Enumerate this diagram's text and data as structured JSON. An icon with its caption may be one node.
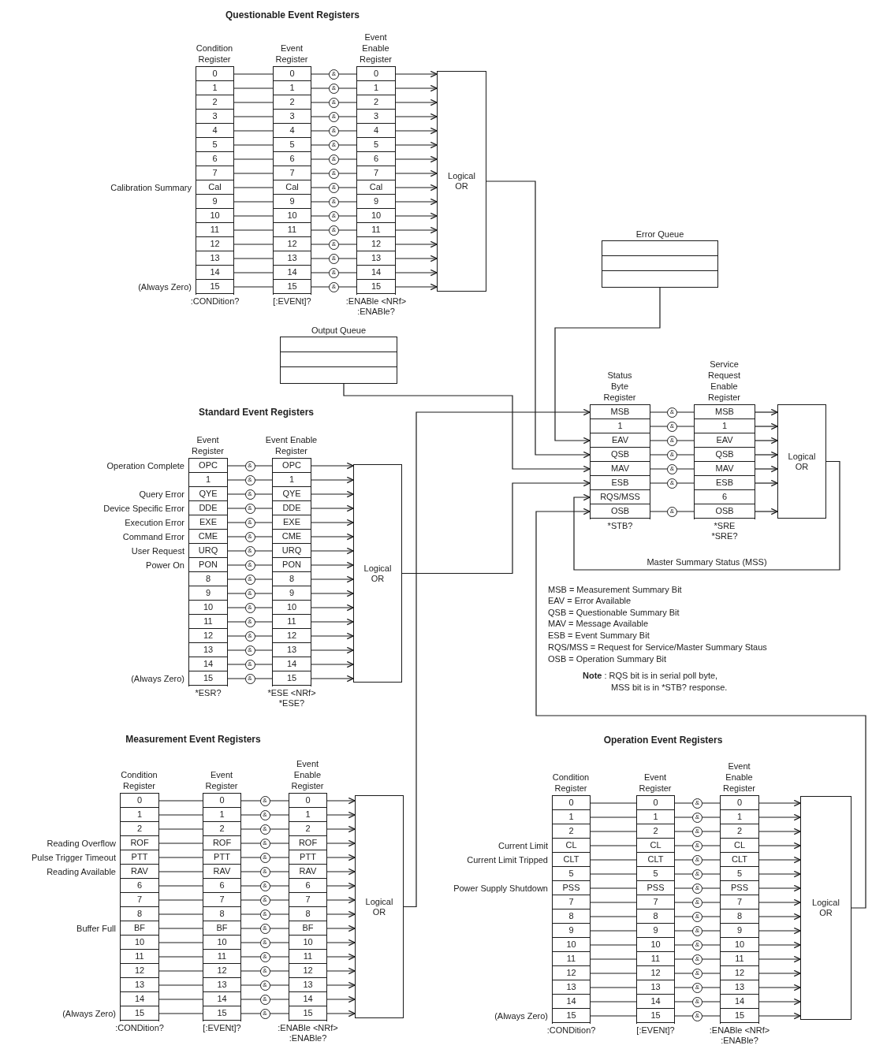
{
  "diagram": {
    "nodes": [
      {
        "text": [
          "Condition Register"
        ],
        "beside": [
          ":CONDition?"
        ]
      },
      {
        "text": [
          "0"
        ],
        "in": 0
      },
      {
        "text": [
          "1"
        ],
        "in": 0
      },
      {
        "text": [
          "2"
        ],
        "in": 0
      },
      {
        "text": [
          "3"
        ],
        "in": 0
      },
      {
        "text": [
          "4"
        ],
        "in": 0
      },
      {
        "text": [
          "5"
        ],
        "in": 0
      },
      {
        "text": [
          "6"
        ],
        "in": 0
      },
      {
        "text": [
          "7"
        ],
        "in": 0
      },
      {
        "text": [
          "Cal"
        ],
        "in": 0,
        "beside": [
          "Calibration Summary"
        ]
      },
      {
        "text": [
          "9"
        ],
        "in": 0
      },
      {
        "text": [
          "10"
        ],
        "in": 0
      },
      {
        "text": [
          "11"
        ],
        "in": 0
      },
      {
        "text": [
          "12"
        ],
        "in": 0
      },
      {
        "text": [
          "13"
        ],
        "in": 0
      },
      {
        "text": [
          "14"
        ],
        "in": 0
      },
      {
        "text": [
          "15"
        ],
        "in": 0,
        "beside": [
          "(Always Zero)"
        ]
      },
      {
        "text": [
          "Event Register"
        ],
        "beside": [
          "[:EVENt]?"
        ]
      },
      {
        "text": [
          "0"
        ],
        "in": 17
      },
      {
        "text": [
          "1"
        ],
        "in": 17
      },
      {
        "text": [
          "2"
        ],
        "in": 17
      },
      {
        "text": [
          "3"
        ],
        "in": 17
      },
      {
        "text": [
          "4"
        ],
        "in": 17
      },
      {
        "text": [
          "5"
        ],
        "in": 17
      },
      {
        "text": [
          "6"
        ],
        "in": 17
      },
      {
        "text": [
          "7"
        ],
        "in": 17
      },
      {
        "text": [
          "Cal"
        ],
        "in": 17
      },
      {
        "text": [
          "9"
        ],
        "in": 17
      },
      {
        "text": [
          "10"
        ],
        "in": 17
      },
      {
        "text": [
          "11"
        ],
        "in": 17
      },
      {
        "text": [
          "12"
        ],
        "in": 17
      },
      {
        "text": [
          "13"
        ],
        "in": 17
      },
      {
        "text": [
          "14"
        ],
        "in": 17
      },
      {
        "text": [
          "15"
        ],
        "in": 17
      },
      {
        "text": [
          "Event Enable Register"
        ],
        "beside": [
          ":ENABle <NRf>",
          ":ENABle?"
        ]
      },
      {
        "text": [
          "0"
        ],
        "in": 34
      },
      {
        "text": [
          "1"
        ],
        "in": 34
      },
      {
        "text": [
          "2"
        ],
        "in": 34
      },
      {
        "text": [
          "3"
        ],
        "in": 34
      },
      {
        "text": [
          "4"
        ],
        "in": 34
      },
      {
        "text": [
          "5"
        ],
        "in": 34
      },
      {
        "text": [
          "6"
        ],
        "in": 34
      },
      {
        "text": [
          "7"
        ],
        "in": 34
      },
      {
        "text": [
          "Cal"
        ],
        "in": 34
      },
      {
        "text": [
          "9"
        ],
        "in": 34
      },
      {
        "text": [
          "10"
        ],
        "in": 34
      },
      {
        "text": [
          "11"
        ],
        "in": 34
      },
      {
        "text": [
          "12"
        ],
        "in": 34
      },
      {
        "text": [
          "13"
        ],
        "in": 34
      },
      {
        "text": [
          "14"
        ],
        "in": 34
      },
      {
        "text": [
          "15"
        ],
        "in": 34
      },
      {
        "text": [
          "Logical OR"
        ]
      },
      {
        "text": [
          "Error Queue"
        ]
      },
      {
        "text": [
          "Output Queue"
        ]
      },
      {
        "text": [
          "Status Byte Register"
        ],
        "beside": [
          "*STB?"
        ]
      },
      {
        "text": [
          "MSB"
        ],
        "in": 54
      },
      {
        "text": [
          "1"
        ],
        "in": 54
      },
      {
        "text": [
          "EAV"
        ],
        "in": 54
      },
      {
        "text": [
          "QSB"
        ],
        "in": 54
      },
      {
        "text": [
          "MAV"
        ],
        "in": 54
      },
      {
        "text": [
          "ESB"
        ],
        "in": 54
      },
      {
        "text": [
          "RQS/MSS"
        ],
        "in": 54
      },
      {
        "text": [
          "OSB"
        ],
        "in": 54
      },
      {
        "text": [
          "Service Request Enable Register"
        ],
        "beside": [
          "*SRE",
          "*SRE?"
        ]
      },
      {
        "text": [
          "MSB"
        ],
        "in": 63
      },
      {
        "text": [
          "1"
        ],
        "in": 63
      },
      {
        "text": [
          "EAV"
        ],
        "in": 63
      },
      {
        "text": [
          "QSB"
        ],
        "in": 63
      },
      {
        "text": [
          "MAV"
        ],
        "in": 63
      },
      {
        "text": [
          "ESB"
        ],
        "in": 63
      },
      {
        "text": [
          "6"
        ],
        "in": 63
      },
      {
        "text": [
          "OSB"
        ],
        "in": 63
      },
      {
        "text": [
          "Logical OR"
        ]
      },
      {
        "text": [
          "Event Register"
        ],
        "beside": [
          "*ESR?"
        ]
      },
      {
        "text": [
          "OPC"
        ],
        "in": 73,
        "beside": [
          "Operation Complete"
        ]
      },
      {
        "text": [
          "1"
        ],
        "in": 73
      },
      {
        "text": [
          "QYE"
        ],
        "in": 73,
        "beside": [
          "Query Error"
        ]
      },
      {
        "text": [
          "DDE"
        ],
        "in": 73,
        "beside": [
          "Device Specific Error"
        ]
      },
      {
        "text": [
          "EXE"
        ],
        "in": 73,
        "beside": [
          "Execution Error"
        ]
      },
      {
        "text": [
          "CME"
        ],
        "in": 73,
        "beside": [
          "Command Error"
        ]
      },
      {
        "text": [
          "URQ"
        ],
        "in": 73,
        "beside": [
          "User Request"
        ]
      },
      {
        "text": [
          "PON"
        ],
        "in": 73,
        "beside": [
          "Power On"
        ]
      },
      {
        "text": [
          "8"
        ],
        "in": 73
      },
      {
        "text": [
          "9"
        ],
        "in": 73
      },
      {
        "text": [
          "10"
        ],
        "in": 73
      },
      {
        "text": [
          "11"
        ],
        "in": 73
      },
      {
        "text": [
          "12"
        ],
        "in": 73
      },
      {
        "text": [
          "13"
        ],
        "in": 73
      },
      {
        "text": [
          "14"
        ],
        "in": 73
      },
      {
        "text": [
          "15"
        ],
        "in": 73,
        "beside": [
          "(Always Zero)"
        ]
      },
      {
        "text": [
          "Event Enable Register"
        ],
        "beside": [
          "*ESE <NRf>",
          "*ESE?"
        ]
      },
      {
        "text": [
          "OPC"
        ],
        "in": 90
      },
      {
        "text": [
          "1"
        ],
        "in": 90
      },
      {
        "text": [
          "QYE"
        ],
        "in": 90
      },
      {
        "text": [
          "DDE"
        ],
        "in": 90
      },
      {
        "text": [
          "EXE"
        ],
        "in": 90
      },
      {
        "text": [
          "CME"
        ],
        "in": 90
      },
      {
        "text": [
          "URQ"
        ],
        "in": 90
      },
      {
        "text": [
          "PON"
        ],
        "in": 90
      },
      {
        "text": [
          "8"
        ],
        "in": 90
      },
      {
        "text": [
          "9"
        ],
        "in": 90
      },
      {
        "text": [
          "10"
        ],
        "in": 90
      },
      {
        "text": [
          "11"
        ],
        "in": 90
      },
      {
        "text": [
          "12"
        ],
        "in": 90
      },
      {
        "text": [
          "13"
        ],
        "in": 90
      },
      {
        "text": [
          "14"
        ],
        "in": 90
      },
      {
        "text": [
          "15"
        ],
        "in": 90
      },
      {
        "text": [
          "Logical OR"
        ]
      },
      {
        "text": [
          "Condition Register"
        ],
        "beside": [
          ":CONDition?"
        ]
      },
      {
        "text": [
          "0"
        ],
        "in": 108
      },
      {
        "text": [
          "1"
        ],
        "in": 108
      },
      {
        "text": [
          "2"
        ],
        "in": 108
      },
      {
        "text": [
          "ROF"
        ],
        "in": 108,
        "beside": [
          "Reading Overflow"
        ]
      },
      {
        "text": [
          "PTT"
        ],
        "in": 108,
        "beside": [
          "Pulse Trigger Timeout"
        ]
      },
      {
        "text": [
          "RAV"
        ],
        "in": 108,
        "beside": [
          "Reading Available"
        ]
      },
      {
        "text": [
          "6"
        ],
        "in": 108
      },
      {
        "text": [
          "7"
        ],
        "in": 108
      },
      {
        "text": [
          "8"
        ],
        "in": 108
      },
      {
        "text": [
          "BF"
        ],
        "in": 108,
        "beside": [
          "Buffer Full"
        ]
      },
      {
        "text": [
          "10"
        ],
        "in": 108
      },
      {
        "text": [
          "11"
        ],
        "in": 108
      },
      {
        "text": [
          "12"
        ],
        "in": 108
      },
      {
        "text": [
          "13"
        ],
        "in": 108
      },
      {
        "text": [
          "14"
        ],
        "in": 108
      },
      {
        "text": [
          "15"
        ],
        "in": 108,
        "beside": [
          "(Always Zero)"
        ]
      },
      {
        "text": [
          "Event Register"
        ],
        "beside": [
          "[:EVENt]?"
        ]
      },
      {
        "text": [
          "0"
        ],
        "in": 125
      },
      {
        "text": [
          "1"
        ],
        "in": 125
      },
      {
        "text": [
          "2"
        ],
        "in": 125
      },
      {
        "text": [
          "ROF"
        ],
        "in": 125
      },
      {
        "text": [
          "PTT"
        ],
        "in": 125
      },
      {
        "text": [
          "RAV"
        ],
        "in": 125
      },
      {
        "text": [
          "6"
        ],
        "in": 125
      },
      {
        "text": [
          "7"
        ],
        "in": 125
      },
      {
        "text": [
          "8"
        ],
        "in": 125
      },
      {
        "text": [
          "BF"
        ],
        "in": 125
      },
      {
        "text": [
          "10"
        ],
        "in": 125
      },
      {
        "text": [
          "11"
        ],
        "in": 125
      },
      {
        "text": [
          "12"
        ],
        "in": 125
      },
      {
        "text": [
          "13"
        ],
        "in": 125
      },
      {
        "text": [
          "14"
        ],
        "in": 125
      },
      {
        "text": [
          "15"
        ],
        "in": 125
      },
      {
        "text": [
          "Event Enable Register"
        ],
        "beside": [
          ":ENABle <NRf>",
          ":ENABle?"
        ]
      },
      {
        "text": [
          "0"
        ],
        "in": 142
      },
      {
        "text": [
          "1"
        ],
        "in": 142
      },
      {
        "text": [
          "2"
        ],
        "in": 142
      },
      {
        "text": [
          "ROF"
        ],
        "in": 142
      },
      {
        "text": [
          "PTT"
        ],
        "in": 142
      },
      {
        "text": [
          "RAV"
        ],
        "in": 142
      },
      {
        "text": [
          "6"
        ],
        "in": 142
      },
      {
        "text": [
          "7"
        ],
        "in": 142
      },
      {
        "text": [
          "8"
        ],
        "in": 142
      },
      {
        "text": [
          "BF"
        ],
        "in": 142
      },
      {
        "text": [
          "10"
        ],
        "in": 142
      },
      {
        "text": [
          "11"
        ],
        "in": 142
      },
      {
        "text": [
          "12"
        ],
        "in": 142
      },
      {
        "text": [
          "13"
        ],
        "in": 142
      },
      {
        "text": [
          "14"
        ],
        "in": 142
      },
      {
        "text": [
          "15"
        ],
        "in": 142
      },
      {
        "text": [
          "Logical OR"
        ]
      },
      {
        "text": [
          "Condition Register"
        ],
        "beside": [
          ":CONDition?"
        ]
      },
      {
        "text": [
          "0"
        ],
        "in": 160
      },
      {
        "text": [
          "1"
        ],
        "in": 160
      },
      {
        "text": [
          "2"
        ],
        "in": 160
      },
      {
        "text": [
          "CL"
        ],
        "in": 160,
        "beside": [
          "Current Limit"
        ]
      },
      {
        "text": [
          "CLT"
        ],
        "in": 160,
        "beside": [
          "Current Limit Tripped"
        ]
      },
      {
        "text": [
          "5"
        ],
        "in": 160
      },
      {
        "text": [
          "PSS"
        ],
        "in": 160,
        "beside": [
          "Power Supply Shutdown"
        ]
      },
      {
        "text": [
          "7"
        ],
        "in": 160
      },
      {
        "text": [
          "8"
        ],
        "in": 160
      },
      {
        "text": [
          "9"
        ],
        "in": 160
      },
      {
        "text": [
          "10"
        ],
        "in": 160
      },
      {
        "text": [
          "11"
        ],
        "in": 160
      },
      {
        "text": [
          "12"
        ],
        "in": 160
      },
      {
        "text": [
          "13"
        ],
        "in": 160
      },
      {
        "text": [
          "14"
        ],
        "in": 160
      },
      {
        "text": [
          "15"
        ],
        "in": 160,
        "beside": [
          "(Always Zero)"
        ]
      },
      {
        "text": [
          "Event Register"
        ],
        "beside": [
          "[:EVENt]?"
        ]
      },
      {
        "text": [
          "0"
        ],
        "in": 177
      },
      {
        "text": [
          "1"
        ],
        "in": 177
      },
      {
        "text": [
          "2"
        ],
        "in": 177
      },
      {
        "text": [
          "CL"
        ],
        "in": 177
      },
      {
        "text": [
          "CLT"
        ],
        "in": 177
      },
      {
        "text": [
          "5"
        ],
        "in": 177
      },
      {
        "text": [
          "PSS"
        ],
        "in": 177
      },
      {
        "text": [
          "7"
        ],
        "in": 177
      },
      {
        "text": [
          "8"
        ],
        "in": 177
      },
      {
        "text": [
          "9"
        ],
        "in": 177
      },
      {
        "text": [
          "10"
        ],
        "in": 177
      },
      {
        "text": [
          "11"
        ],
        "in": 177
      },
      {
        "text": [
          "12"
        ],
        "in": 177
      },
      {
        "text": [
          "13"
        ],
        "in": 177
      },
      {
        "text": [
          "14"
        ],
        "in": 177
      },
      {
        "text": [
          "15"
        ],
        "in": 177
      },
      {
        "text": [
          "Event Enable Register"
        ],
        "beside": [
          ":ENABle <NRf>",
          ":ENABle?"
        ]
      },
      {
        "text": [
          "0"
        ],
        "in": 194
      },
      {
        "text": [
          "1"
        ],
        "in": 194
      },
      {
        "text": [
          "2"
        ],
        "in": 194
      },
      {
        "text": [
          "CL"
        ],
        "in": 194
      },
      {
        "text": [
          "CLT"
        ],
        "in": 194
      },
      {
        "text": [
          "5"
        ],
        "in": 194
      },
      {
        "text": [
          "PSS"
        ],
        "in": 194
      },
      {
        "text": [
          "7"
        ],
        "in": 194
      },
      {
        "text": [
          "8"
        ],
        "in": 194
      },
      {
        "text": [
          "9"
        ],
        "in": 194
      },
      {
        "text": [
          "10"
        ],
        "in": 194
      },
      {
        "text": [
          "11"
        ],
        "in": 194
      },
      {
        "text": [
          "12"
        ],
        "in": 194
      },
      {
        "text": [
          "13"
        ],
        "in": 194
      },
      {
        "text": [
          "14"
        ],
        "in": 194
      },
      {
        "text": [
          "15"
        ],
        "in": 194
      },
      {
        "text": [
          "Logical OR"
        ]
      }
    ],
    "edges": [
      {
        "from": 1,
        "to": 18,
        "arrow": "none"
      },
      {
        "from": 18,
        "to": 35,
        "arrow": "none",
        "label": "&"
      },
      {
        "from": 35,
        "to": 51,
        "arrow": "to"
      },
      {
        "from": 2,
        "to": 19,
        "arrow": "none"
      },
      {
        "from": 19,
        "to": 36,
        "arrow": "none",
        "label": "&"
      },
      {
        "from": 36,
        "to": 51,
        "arrow": "to"
      },
      {
        "from": 3,
        "to": 20,
        "arrow": "none"
      },
      {
        "from": 20,
        "to": 37,
        "arrow": "none",
        "label": "&"
      },
      {
        "from": 37,
        "to": 51,
        "arrow": "to"
      },
      {
        "from": 4,
        "to": 21,
        "arrow": "none"
      },
      {
        "from": 21,
        "to": 38,
        "arrow": "none",
        "label": "&"
      },
      {
        "from": 38,
        "to": 51,
        "arrow": "to"
      },
      {
        "from": 5,
        "to": 22,
        "arrow": "none"
      },
      {
        "from": 22,
        "to": 39,
        "arrow": "none",
        "label": "&"
      },
      {
        "from": 39,
        "to": 51,
        "arrow": "to"
      },
      {
        "from": 6,
        "to": 23,
        "arrow": "none"
      },
      {
        "from": 23,
        "to": 40,
        "arrow": "none",
        "label": "&"
      },
      {
        "from": 40,
        "to": 51,
        "arrow": "to"
      },
      {
        "from": 7,
        "to": 24,
        "arrow": "none"
      },
      {
        "from": 24,
        "to": 41,
        "arrow": "none",
        "label": "&"
      },
      {
        "from": 41,
        "to": 51,
        "arrow": "to"
      },
      {
        "from": 8,
        "to": 25,
        "arrow": "none"
      },
      {
        "from": 25,
        "to": 42,
        "arrow": "none",
        "label": "&"
      },
      {
        "from": 42,
        "to": 51,
        "arrow": "to"
      },
      {
        "from": 9,
        "to": 26,
        "arrow": "none"
      },
      {
        "from": 26,
        "to": 43,
        "arrow": "none",
        "label": "&"
      },
      {
        "from": 43,
        "to": 51,
        "arrow": "to"
      },
      {
        "from": 10,
        "to": 27,
        "arrow": "none"
      },
      {
        "from": 27,
        "to": 44,
        "arrow": "none",
        "label": "&"
      },
      {
        "from": 44,
        "to": 51,
        "arrow": "to"
      },
      {
        "from": 11,
        "to": 28,
        "arrow": "none"
      },
      {
        "from": 28,
        "to": 45,
        "arrow": "none",
        "label": "&"
      },
      {
        "from": 45,
        "to": 51,
        "arrow": "to"
      },
      {
        "from": 12,
        "to": 29,
        "arrow": "none"
      },
      {
        "from": 29,
        "to": 46,
        "arrow": "none",
        "label": "&"
      },
      {
        "from": 46,
        "to": 51,
        "arrow": "to"
      },
      {
        "from": 13,
        "to": 30,
        "arrow": "none"
      },
      {
        "from": 30,
        "to": 47,
        "arrow": "none",
        "label": "&"
      },
      {
        "from": 47,
        "to": 51,
        "arrow": "to"
      },
      {
        "from": 14,
        "to": 31,
        "arrow": "none"
      },
      {
        "from": 31,
        "to": 48,
        "arrow": "none",
        "label": "&"
      },
      {
        "from": 48,
        "to": 51,
        "arrow": "to"
      },
      {
        "from": 15,
        "to": 32,
        "arrow": "none"
      },
      {
        "from": 32,
        "to": 49,
        "arrow": "none",
        "label": "&"
      },
      {
        "from": 49,
        "to": 51,
        "arrow": "to"
      },
      {
        "from": 16,
        "to": 33,
        "arrow": "none"
      },
      {
        "from": 33,
        "to": 50,
        "arrow": "none",
        "label": "&"
      },
      {
        "from": 50,
        "to": 51,
        "arrow": "to"
      },
      {
        "from": 55,
        "to": 64,
        "arrow": "none",
        "label": "&"
      },
      {
        "from": 64,
        "to": 72,
        "arrow": "to"
      },
      {
        "from": 56,
        "to": 65,
        "arrow": "none",
        "label": "&"
      },
      {
        "from": 65,
        "to": 72,
        "arrow": "to"
      },
      {
        "from": 57,
        "to": 66,
        "arrow": "none",
        "label": "&"
      },
      {
        "from": 66,
        "to": 72,
        "arrow": "to"
      },
      {
        "from": 58,
        "to": 67,
        "arrow": "none",
        "label": "&"
      },
      {
        "from": 67,
        "to": 72,
        "arrow": "to"
      },
      {
        "from": 59,
        "to": 68,
        "arrow": "none",
        "label": "&"
      },
      {
        "from": 68,
        "to": 72,
        "arrow": "to"
      },
      {
        "from": 60,
        "to": 69,
        "arrow": "none",
        "label": "&"
      },
      {
        "from": 69,
        "to": 72,
        "arrow": "to"
      },
      {
        "from": 62,
        "to": 71,
        "arrow": "none",
        "label": "&"
      },
      {
        "from": 71,
        "to": 72,
        "arrow": "to"
      },
      {
        "from": 74,
        "to": 91,
        "arrow": "none",
        "label": "&"
      },
      {
        "from": 91,
        "to": 107,
        "arrow": "to"
      },
      {
        "from": 75,
        "to": 92,
        "arrow": "none",
        "label": "&"
      },
      {
        "from": 92,
        "to": 107,
        "arrow": "to"
      },
      {
        "from": 76,
        "to": 93,
        "arrow": "none",
        "label": "&"
      },
      {
        "from": 93,
        "to": 107,
        "arrow": "to"
      },
      {
        "from": 77,
        "to": 94,
        "arrow": "none",
        "label": "&"
      },
      {
        "from": 94,
        "to": 107,
        "arrow": "to"
      },
      {
        "from": 78,
        "to": 95,
        "arrow": "none",
        "label": "&"
      },
      {
        "from": 95,
        "to": 107,
        "arrow": "to"
      },
      {
        "from": 79,
        "to": 96,
        "arrow": "none",
        "label": "&"
      },
      {
        "from": 96,
        "to": 107,
        "arrow": "to"
      },
      {
        "from": 80,
        "to": 97,
        "arrow": "none",
        "label": "&"
      },
      {
        "from": 97,
        "to": 107,
        "arrow": "to"
      },
      {
        "from": 81,
        "to": 98,
        "arrow": "none",
        "label": "&"
      },
      {
        "from": 98,
        "to": 107,
        "arrow": "to"
      },
      {
        "from": 82,
        "to": 99,
        "arrow": "none",
        "label": "&"
      },
      {
        "from": 99,
        "to": 107,
        "arrow": "to"
      },
      {
        "from": 83,
        "to": 100,
        "arrow": "none",
        "label": "&"
      },
      {
        "from": 100,
        "to": 107,
        "arrow": "to"
      },
      {
        "from": 84,
        "to": 101,
        "arrow": "none",
        "label": "&"
      },
      {
        "from": 101,
        "to": 107,
        "arrow": "to"
      },
      {
        "from": 85,
        "to": 102,
        "arrow": "none",
        "label": "&"
      },
      {
        "from": 102,
        "to": 107,
        "arrow": "to"
      },
      {
        "from": 86,
        "to": 103,
        "arrow": "none",
        "label": "&"
      },
      {
        "from": 103,
        "to": 107,
        "arrow": "to"
      },
      {
        "from": 87,
        "to": 104,
        "arrow": "none",
        "label": "&"
      },
      {
        "from": 104,
        "to": 107,
        "arrow": "to"
      },
      {
        "from": 88,
        "to": 105,
        "arrow": "none",
        "label": "&"
      },
      {
        "from": 105,
        "to": 107,
        "arrow": "to"
      },
      {
        "from": 89,
        "to": 106,
        "arrow": "none",
        "label": "&"
      },
      {
        "from": 106,
        "to": 107,
        "arrow": "to"
      },
      {
        "from": 109,
        "to": 126,
        "arrow": "none"
      },
      {
        "from": 126,
        "to": 143,
        "arrow": "none",
        "label": "&"
      },
      {
        "from": 143,
        "to": 159,
        "arrow": "to"
      },
      {
        "from": 110,
        "to": 127,
        "arrow": "none"
      },
      {
        "from": 127,
        "to": 144,
        "arrow": "none",
        "label": "&"
      },
      {
        "from": 144,
        "to": 159,
        "arrow": "to"
      },
      {
        "from": 111,
        "to": 128,
        "arrow": "none"
      },
      {
        "from": 128,
        "to": 145,
        "arrow": "none",
        "label": "&"
      },
      {
        "from": 145,
        "to": 159,
        "arrow": "to"
      },
      {
        "from": 112,
        "to": 129,
        "arrow": "none"
      },
      {
        "from": 129,
        "to": 146,
        "arrow": "none",
        "label": "&"
      },
      {
        "from": 146,
        "to": 159,
        "arrow": "to"
      },
      {
        "from": 113,
        "to": 130,
        "arrow": "none"
      },
      {
        "from": 130,
        "to": 147,
        "arrow": "none",
        "label": "&"
      },
      {
        "from": 147,
        "to": 159,
        "arrow": "to"
      },
      {
        "from": 114,
        "to": 131,
        "arrow": "none"
      },
      {
        "from": 131,
        "to": 148,
        "arrow": "none",
        "label": "&"
      },
      {
        "from": 148,
        "to": 159,
        "arrow": "to"
      },
      {
        "from": 115,
        "to": 132,
        "arrow": "none"
      },
      {
        "from": 132,
        "to": 149,
        "arrow": "none",
        "label": "&"
      },
      {
        "from": 149,
        "to": 159,
        "arrow": "to"
      },
      {
        "from": 116,
        "to": 133,
        "arrow": "none"
      },
      {
        "from": 133,
        "to": 150,
        "arrow": "none",
        "label": "&"
      },
      {
        "from": 150,
        "to": 159,
        "arrow": "to"
      },
      {
        "from": 117,
        "to": 134,
        "arrow": "none"
      },
      {
        "from": 134,
        "to": 151,
        "arrow": "none",
        "label": "&"
      },
      {
        "from": 151,
        "to": 159,
        "arrow": "to"
      },
      {
        "from": 118,
        "to": 135,
        "arrow": "none"
      },
      {
        "from": 135,
        "to": 152,
        "arrow": "none",
        "label": "&"
      },
      {
        "from": 152,
        "to": 159,
        "arrow": "to"
      },
      {
        "from": 119,
        "to": 136,
        "arrow": "none"
      },
      {
        "from": 136,
        "to": 153,
        "arrow": "none",
        "label": "&"
      },
      {
        "from": 153,
        "to": 159,
        "arrow": "to"
      },
      {
        "from": 120,
        "to": 137,
        "arrow": "none"
      },
      {
        "from": 137,
        "to": 154,
        "arrow": "none",
        "label": "&"
      },
      {
        "from": 154,
        "to": 159,
        "arrow": "to"
      },
      {
        "from": 121,
        "to": 138,
        "arrow": "none"
      },
      {
        "from": 138,
        "to": 155,
        "arrow": "none",
        "label": "&"
      },
      {
        "from": 155,
        "to": 159,
        "arrow": "to"
      },
      {
        "from": 122,
        "to": 139,
        "arrow": "none"
      },
      {
        "from": 139,
        "to": 156,
        "arrow": "none",
        "label": "&"
      },
      {
        "from": 156,
        "to": 159,
        "arrow": "to"
      },
      {
        "from": 123,
        "to": 140,
        "arrow": "none"
      },
      {
        "from": 140,
        "to": 157,
        "arrow": "none",
        "label": "&"
      },
      {
        "from": 157,
        "to": 159,
        "arrow": "to"
      },
      {
        "from": 124,
        "to": 141,
        "arrow": "none"
      },
      {
        "from": 141,
        "to": 158,
        "arrow": "none",
        "label": "&"
      },
      {
        "from": 158,
        "to": 159,
        "arrow": "to"
      },
      {
        "from": 161,
        "to": 178,
        "arrow": "none"
      },
      {
        "from": 178,
        "to": 195,
        "arrow": "none",
        "label": "&"
      },
      {
        "from": 195,
        "to": 211,
        "arrow": "to"
      },
      {
        "from": 162,
        "to": 179,
        "arrow": "none"
      },
      {
        "from": 179,
        "to": 196,
        "arrow": "none",
        "label": "&"
      },
      {
        "from": 196,
        "to": 211,
        "arrow": "to"
      },
      {
        "from": 163,
        "to": 180,
        "arrow": "none"
      },
      {
        "from": 180,
        "to": 197,
        "arrow": "none",
        "label": "&"
      },
      {
        "from": 197,
        "to": 211,
        "arrow": "to"
      },
      {
        "from": 164,
        "to": 181,
        "arrow": "none"
      },
      {
        "from": 181,
        "to": 198,
        "arrow": "none",
        "label": "&"
      },
      {
        "from": 198,
        "to": 211,
        "arrow": "to"
      },
      {
        "from": 165,
        "to": 182,
        "arrow": "none"
      },
      {
        "from": 182,
        "to": 199,
        "arrow": "none",
        "label": "&"
      },
      {
        "from": 199,
        "to": 211,
        "arrow": "to"
      },
      {
        "from": 166,
        "to": 183,
        "arrow": "none"
      },
      {
        "from": 183,
        "to": 200,
        "arrow": "none",
        "label": "&"
      },
      {
        "from": 200,
        "to": 211,
        "arrow": "to"
      },
      {
        "from": 167,
        "to": 184,
        "arrow": "none"
      },
      {
        "from": 184,
        "to": 201,
        "arrow": "none",
        "label": "&"
      },
      {
        "from": 201,
        "to": 211,
        "arrow": "to"
      },
      {
        "from": 168,
        "to": 185,
        "arrow": "none"
      },
      {
        "from": 185,
        "to": 202,
        "arrow": "none",
        "label": "&"
      },
      {
        "from": 202,
        "to": 211,
        "arrow": "to"
      },
      {
        "from": 169,
        "to": 186,
        "arrow": "none"
      },
      {
        "from": 186,
        "to": 203,
        "arrow": "none",
        "label": "&"
      },
      {
        "from": 203,
        "to": 211,
        "arrow": "to"
      },
      {
        "from": 170,
        "to": 187,
        "arrow": "none"
      },
      {
        "from": 187,
        "to": 204,
        "arrow": "none",
        "label": "&"
      },
      {
        "from": 204,
        "to": 211,
        "arrow": "to"
      },
      {
        "from": 171,
        "to": 188,
        "arrow": "none"
      },
      {
        "from": 188,
        "to": 205,
        "arrow": "none",
        "label": "&"
      },
      {
        "from": 205,
        "to": 211,
        "arrow": "to"
      },
      {
        "from": 172,
        "to": 189,
        "arrow": "none"
      },
      {
        "from": 189,
        "to": 206,
        "arrow": "none",
        "label": "&"
      },
      {
        "from": 206,
        "to": 211,
        "arrow": "to"
      },
      {
        "from": 173,
        "to": 190,
        "arrow": "none"
      },
      {
        "from": 190,
        "to": 207,
        "arrow": "none",
        "label": "&"
      },
      {
        "from": 207,
        "to": 211,
        "arrow": "to"
      },
      {
        "from": 174,
        "to": 191,
        "arrow": "none"
      },
      {
        "from": 191,
        "to": 208,
        "arrow": "none",
        "label": "&"
      },
      {
        "from": 208,
        "to": 211,
        "arrow": "to"
      },
      {
        "from": 175,
        "to": 192,
        "arrow": "none"
      },
      {
        "from": 192,
        "to": 209,
        "arrow": "none",
        "label": "&"
      },
      {
        "from": 209,
        "to": 211,
        "arrow": "to"
      },
      {
        "from": 176,
        "to": 193,
        "arrow": "none"
      },
      {
        "from": 193,
        "to": 210,
        "arrow": "none",
        "label": "&"
      },
      {
        "from": 210,
        "to": 211,
        "arrow": "to"
      },
      {
        "from": 51,
        "to": 58,
        "arrow": "to"
      },
      {
        "from": 52,
        "to": 57,
        "arrow": "to"
      },
      {
        "from": 53,
        "to": 59,
        "arrow": "to"
      },
      {
        "from": 107,
        "to": 60,
        "arrow": "to"
      },
      {
        "from": 159,
        "to": 55,
        "arrow": "to"
      },
      {
        "from": 211,
        "to": 62,
        "arrow": "to"
      },
      {
        "from": 72,
        "to": 61,
        "arrow": "to",
        "label": "Master Summary Status (MSS)"
      }
    ],
    "labels": [
      "Questionable Event Registers",
      "Standard Event Registers",
      "MSB = Measurement Summary Bit",
      "EAV = Error Available",
      "QSB = Questionable Summary Bit",
      "MAV = Message Available",
      "ESB = Event Summary Bit",
      "RQS/MSS = Request for Service/Master Summary Staus",
      "OSB = Operation Summary Bit",
      "**Note** : RQS bit is in serial poll byte, MSS bit is in *STB? response.",
      "Measurement Event Registers",
      "Operation Event Registers"
    ]
  }
}
